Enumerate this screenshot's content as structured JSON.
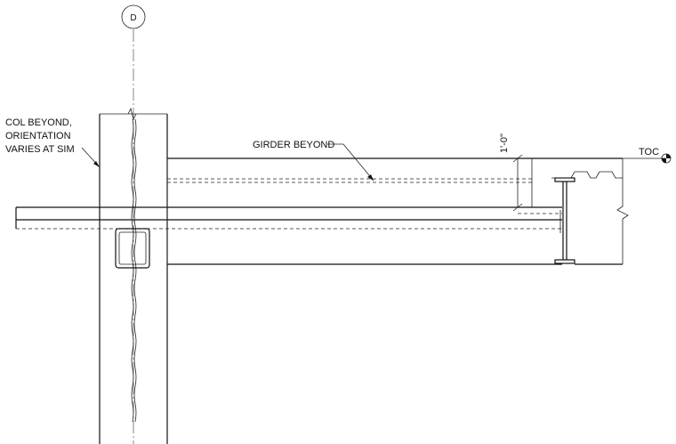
{
  "grid": {
    "label": "D"
  },
  "notes": {
    "column": [
      "COL BEYOND,",
      "ORIENTATION",
      "VARIES AT SIM"
    ],
    "girder": "GIRDER BEYOND",
    "dimension": "1'-0\"",
    "elevation": "TOC"
  }
}
